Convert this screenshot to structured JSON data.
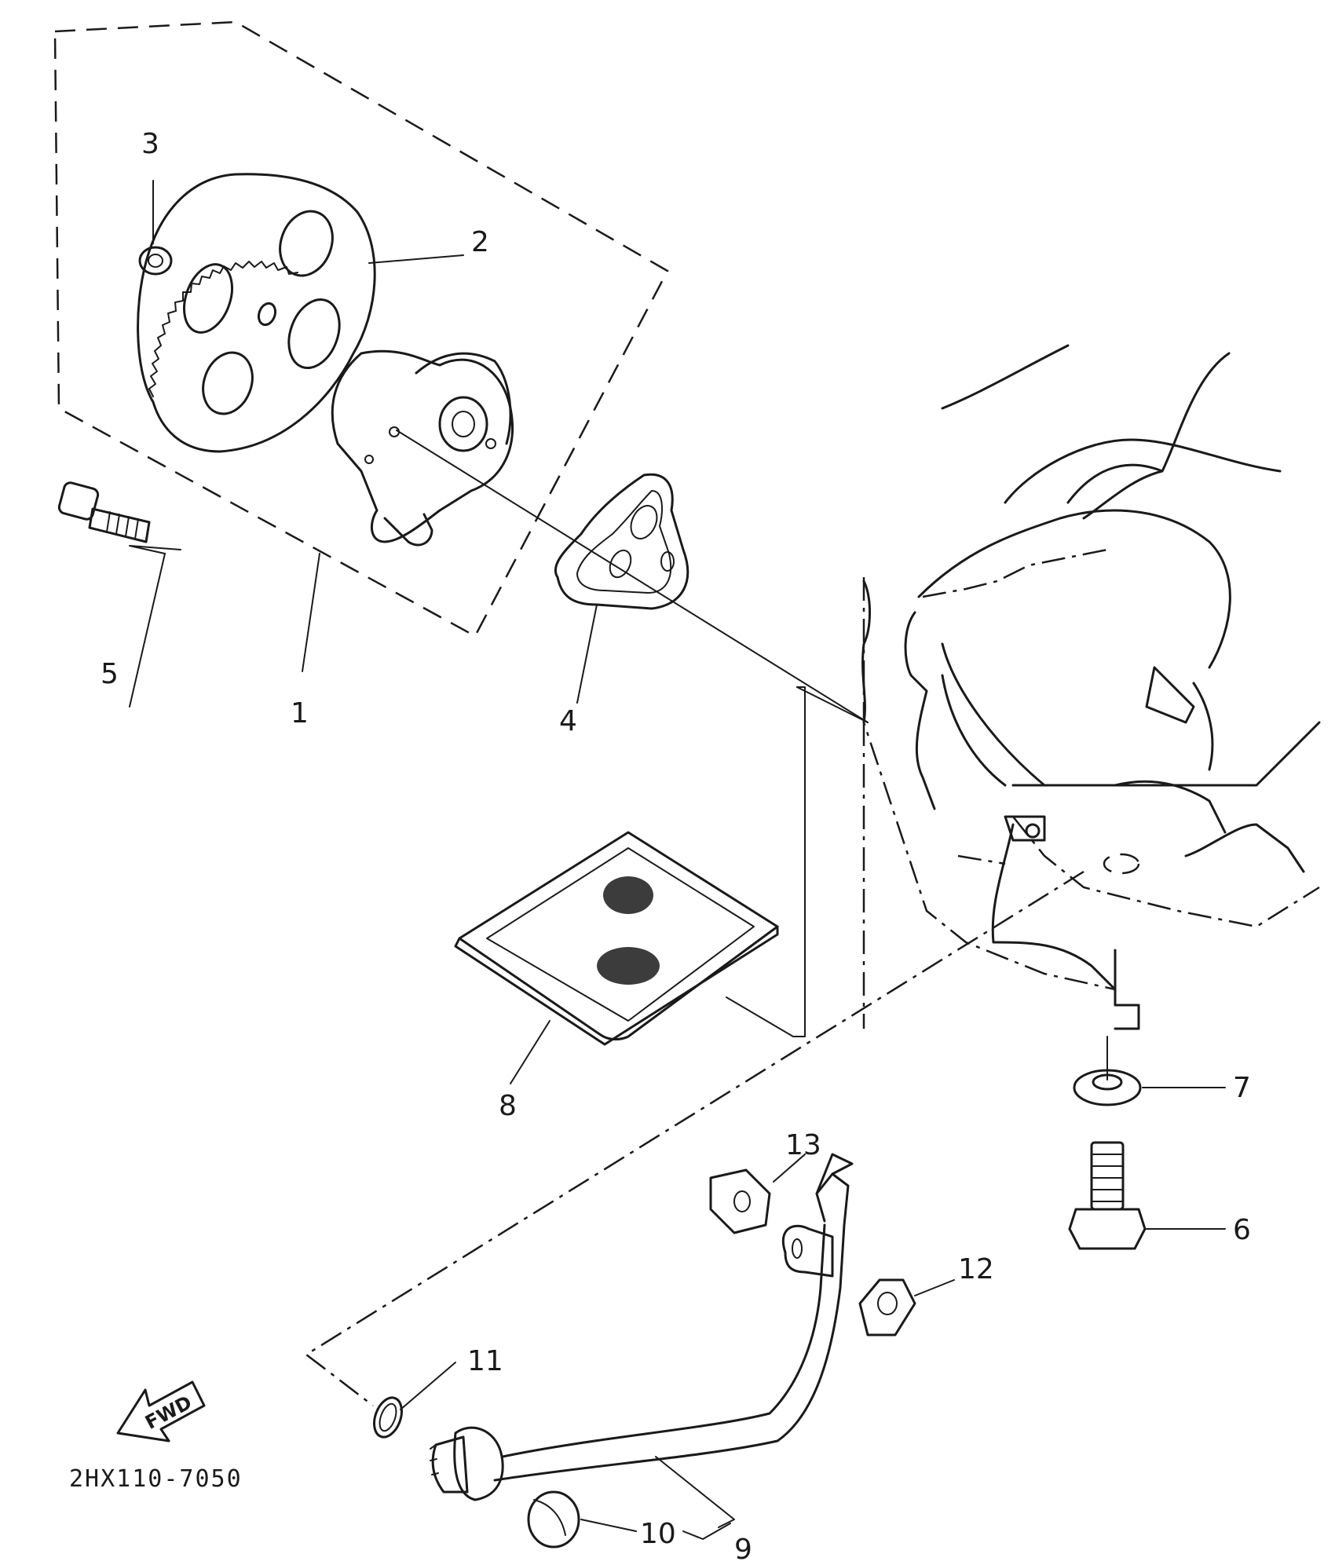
{
  "diagram": {
    "catalog_code": "2HX110-7050",
    "direction_marker": "FWD",
    "callouts": [
      {
        "id": "1",
        "text": "1"
      },
      {
        "id": "2",
        "text": "2"
      },
      {
        "id": "3",
        "text": "3"
      },
      {
        "id": "4",
        "text": "4"
      },
      {
        "id": "5",
        "text": "5"
      },
      {
        "id": "6",
        "text": "6"
      },
      {
        "id": "7",
        "text": "7"
      },
      {
        "id": "8",
        "text": "8"
      },
      {
        "id": "9",
        "text": "9"
      },
      {
        "id": "10",
        "text": "10"
      },
      {
        "id": "11",
        "text": "11"
      },
      {
        "id": "12",
        "text": "12"
      },
      {
        "id": "13",
        "text": "13"
      }
    ]
  }
}
